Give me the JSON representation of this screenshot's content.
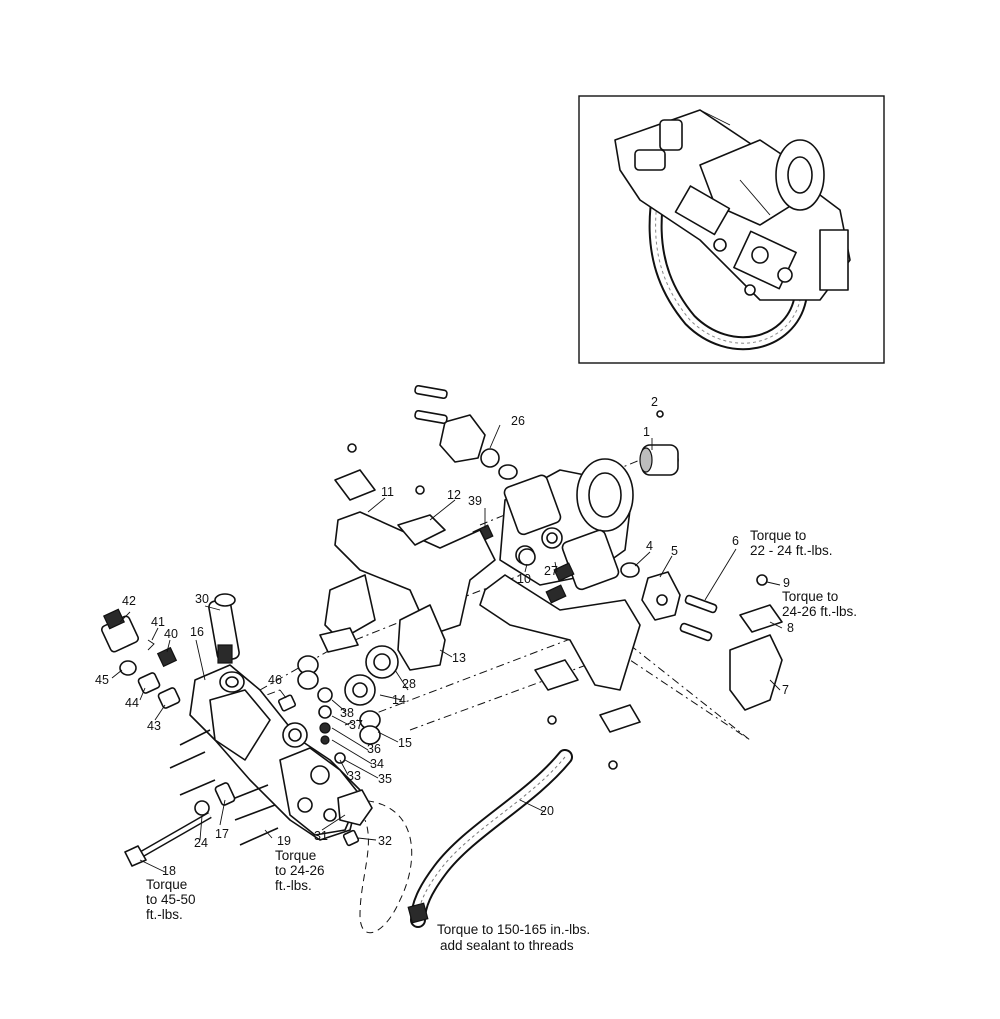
{
  "callouts": [
    "1",
    "2",
    "4",
    "5",
    "6",
    "7",
    "8",
    "9",
    "10",
    "11",
    "12",
    "13",
    "14",
    "15",
    "16",
    "17",
    "18",
    "19",
    "20",
    "24",
    "26",
    "27",
    "28",
    "30",
    "31",
    "32",
    "33",
    "34",
    "35",
    "36",
    "37",
    "38",
    "39",
    "40",
    "41",
    "42",
    "43",
    "44",
    "45",
    "46"
  ],
  "notes": {
    "torque_6": [
      "Torque to",
      "22 - 24 ft.-lbs."
    ],
    "torque_9": [
      "Torque to",
      "24-26 ft.-lbs."
    ],
    "torque_18": [
      "Torque",
      "to 45-50",
      "ft.-lbs."
    ],
    "torque_19": [
      "Torque",
      "to 24-26",
      "ft.-lbs."
    ],
    "torque_20": [
      "Torque to 150-165 in.-lbs.",
      "add sealant to threads"
    ]
  }
}
